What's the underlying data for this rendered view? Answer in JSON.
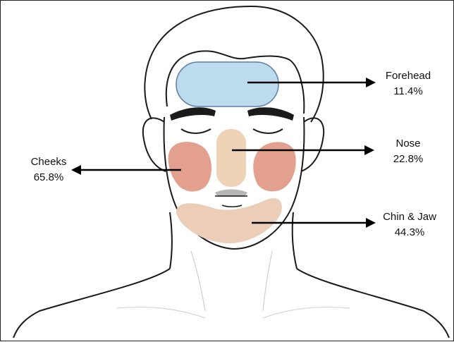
{
  "regions": [
    {
      "id": "forehead",
      "name": "Forehead",
      "percent": "11.4%",
      "color": "#bcdcee"
    },
    {
      "id": "nose",
      "name": "Nose",
      "percent": "22.8%",
      "color": "#efd3b6"
    },
    {
      "id": "cheeks",
      "name": "Cheeks",
      "percent": "65.8%",
      "color": "#e3a08e"
    },
    {
      "id": "chin-jaw",
      "name": "Chin & Jaw",
      "percent": "44.3%",
      "color": "#eccdb8"
    }
  ],
  "colors": {
    "outline": "#1a1a1a",
    "arrow": "#000000",
    "lip": "#b7b7b7",
    "forehead_border": "#5b7fa6"
  }
}
